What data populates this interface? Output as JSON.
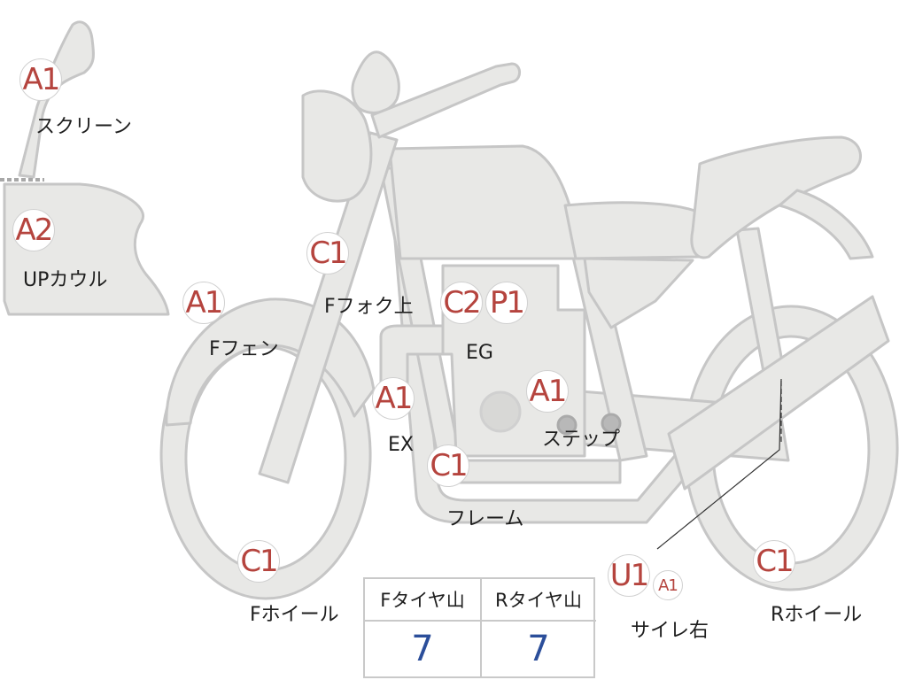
{
  "parts": {
    "screen": {
      "code": "A1",
      "label": "スクリーン"
    },
    "upcowl": {
      "code": "A2",
      "label": "UPカウル"
    },
    "ffender": {
      "code": "A1",
      "label": "Fフェン"
    },
    "ffork": {
      "code": "C1",
      "label": "Fフォク上"
    },
    "engine": {
      "codes": [
        "C2",
        "P1"
      ],
      "label": "EG"
    },
    "exhaust": {
      "code": "A1",
      "label": "EX"
    },
    "step": {
      "code": "A1",
      "label": "ステップ"
    },
    "frame": {
      "code": "C1",
      "label": "フレーム"
    },
    "fwheel": {
      "code": "C1",
      "label": "Fホイール"
    },
    "silencer": {
      "codes": [
        "U1",
        "A1"
      ],
      "label": "サイレ右"
    },
    "rwheel": {
      "code": "C1",
      "label": "Rホイール"
    }
  },
  "tire_table": {
    "front_header": "Fタイヤ山",
    "rear_header": "Rタイヤ山",
    "front_value": "7",
    "rear_value": "7"
  },
  "colors": {
    "part_fill": "#e8e8e6",
    "part_stroke": "#c6c6c6",
    "badge_text": "#b5443e",
    "table_value": "#2b4e9a"
  }
}
